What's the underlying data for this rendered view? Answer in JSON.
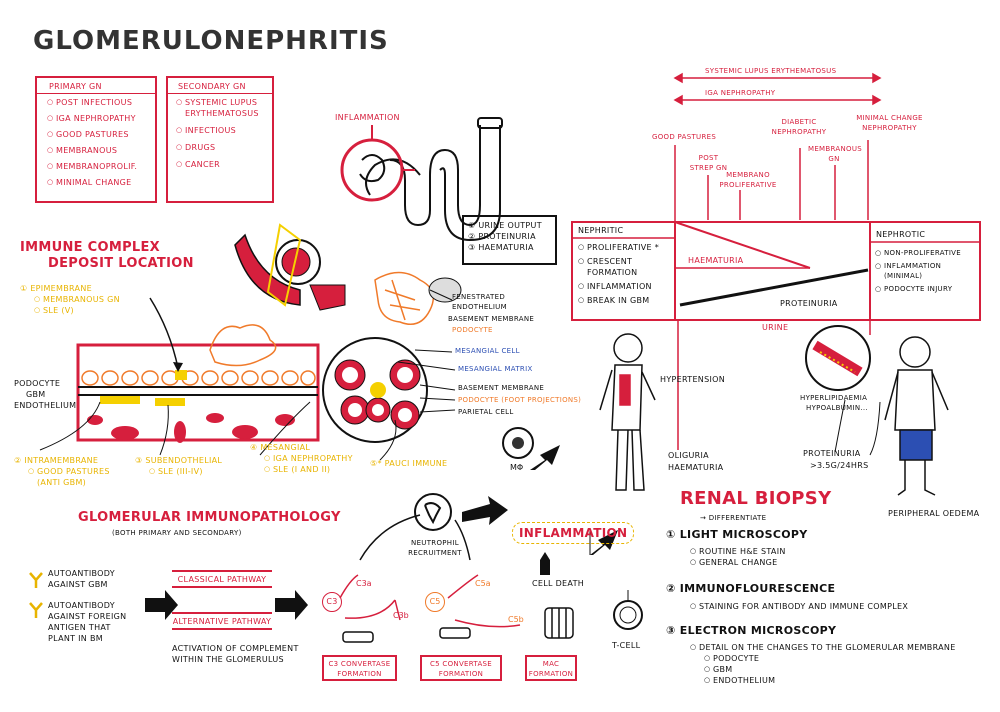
{
  "title": "GLOMERULONEPHRITIS",
  "primary_gn": {
    "heading": "PRIMARY GN",
    "items": [
      "POST INFECTIOUS",
      "IGA NEPHROPATHY",
      "GOOD PASTURES",
      "MEMBRANOUS",
      "MEMBRANOPROLIF.",
      "MINIMAL CHANGE"
    ]
  },
  "secondary_gn": {
    "heading": "SECONDARY GN",
    "items": [
      "SYSTEMIC LUPUS ERYTHEMATOSUS",
      "INFECTIOUS",
      "DRUGS",
      "CANCER"
    ]
  },
  "inflammation_top": "INFLAMMATION",
  "urine_signs": [
    "URINE OUTPUT",
    "PROTEINURIA",
    "HAEMATURIA"
  ],
  "immune_complex": {
    "heading_line1": "IMMUNE COMPLEX",
    "heading_line2": "DEPOSIT LOCATION",
    "epimembrane_title": "EPIMEMBRANE",
    "epimembrane_items": [
      "MEMBRANOUS GN",
      "SLE (V)"
    ],
    "membrane_labels": [
      "PODOCYTE",
      "GBM",
      "ENDOTHELIUM"
    ],
    "intramembrane_title": "INTRAMEMBRANE",
    "intramembrane_items": [
      "GOOD PASTURES (ANTI GBM)"
    ],
    "subendothelial_title": "SUBENDOTHELIAL",
    "subendothelial_items": [
      "SLE (III-IV)"
    ],
    "mesangial_title": "MESANGIAL",
    "mesangial_items": [
      "IGA NEPHROPATHY",
      "SLE (I AND II)"
    ],
    "pauci_label": "PAUCI IMMUNE"
  },
  "glomerulus_labels": {
    "fenestrated": "FENESTRATED ENDOTHELIUM",
    "basement_top": "BASEMENT MEMBRANE",
    "podocyte_top": "PODOCYTE",
    "mesangial_cell": "MESANGIAL CELL",
    "mesangial_matrix": "MESANGIAL MATRIX",
    "basement": "BASEMENT MEMBRANE",
    "podocyte_foot": "PODOCYTE (FOOT PROJECTIONS)",
    "parietal": "PARIETAL CELL"
  },
  "spectrum": {
    "sle": "SYSTEMIC LUPUS ERYTHEMATOSUS",
    "iga": "IGA NEPHROPATHY",
    "good_pastures": "GOOD PASTURES",
    "post_strep": "POST STREP GN",
    "membrano_prolif": "MEMBRANO PROLIFERATIVE",
    "diabetic": "DIABETIC NEPHROPATHY",
    "membranous": "MEMBRANOUS GN",
    "minimal": "MINIMAL CHANGE NEPHROPATHY",
    "nephritic_title": "NEPHRITIC",
    "nephritic_items": [
      "PROLIFERATIVE *",
      "CRESCENT FORMATION",
      "INFLAMMATION",
      "BREAK IN GBM"
    ],
    "haematuria": "HAEMATURIA",
    "proteinuria": "PROTEINURIA",
    "urine": "URINE",
    "nephrotic_title": "NEPHROTIC",
    "nephrotic_items": [
      "NON-PROLIFERATIVE",
      "INFLAMMATION (MINIMAL)",
      "PODOCYTE INJURY"
    ]
  },
  "patient_left": {
    "hypertension": "HYPERTENSION",
    "oliguria": "OLIGURIA",
    "haematuria": "HAEMATURIA"
  },
  "patient_right": {
    "hyperlipid": "HYPERLIPIDAEMIA",
    "hypoalbumin": "HYPOALBUMIN...",
    "proteinuria": "PROTEINURIA",
    "proteinuria_value": ">3.5g/24hrs",
    "oedema": "PERIPHERAL OEDEMA"
  },
  "immunopathology": {
    "heading": "GLOMERULAR IMMUNOPATHOLOGY",
    "subheading": "(BOTH PRIMARY AND SECONDARY)",
    "antibody_gbm": "AUTOANTIBODY AGAINST GBM",
    "antibody_foreign": "AUTOANTIBODY AGAINST FOREIGN ANTIGEN THAT PLANT IN BM",
    "classical": "CLASSICAL PATHWAY",
    "alternative": "ALTERNATIVE PATHWAY",
    "activation": "ACTIVATION OF COMPLEMENT WITHIN THE GLOMERULUS",
    "c3": "C3",
    "c3a": "C3a",
    "c3b": "C3b",
    "c5": "C5",
    "c5a": "C5a",
    "c5b": "C5b",
    "c3_conv": "C3 CONVERTASE FORMATION",
    "c5_conv": "C5 CONVERTASE FORMATION",
    "mac": "MAC FORMATION",
    "neutrophil": "NEUTROPHIL RECRUITMENT",
    "inflammation": "INFLAMMATION",
    "cell_death": "CELL DEATH",
    "macrophage": "MΦ",
    "tcell": "T-CELL"
  },
  "biopsy": {
    "heading": "RENAL BIOPSY",
    "sub": "DIFFERENTIATE",
    "lm_title": "LIGHT MICROSCOPY",
    "lm_items": [
      "ROUTINE H&E STAIN",
      "GENERAL CHANGE"
    ],
    "if_title": "IMMUNOFLOURESCENCE",
    "if_items": [
      "STAINING FOR ANTIBODY AND IMMUNE COMPLEX"
    ],
    "em_title": "ELECTRON MICROSCOPY",
    "em_items": [
      "DETAIL ON THE CHANGES TO THE GLOMERULAR MEMBRANE",
      "PODOCYTE",
      "GBM",
      "ENDOTHELIUM"
    ]
  }
}
